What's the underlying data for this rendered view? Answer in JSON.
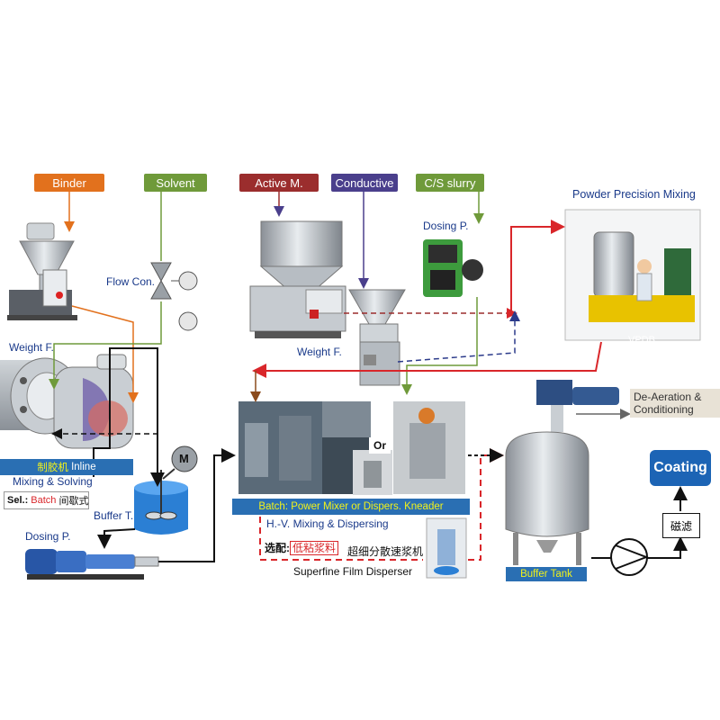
{
  "labels": {
    "binder": "Binder",
    "solvent": "Solvent",
    "active": "Active M.",
    "conductive": "Conductive",
    "cs_slurry": "C/S slurry",
    "powder_mixing": "Powder Precision Mixing",
    "flow_con": "Flow Con.",
    "weight_f1": "Weight F.",
    "weight_f2": "Weight F.",
    "dosing_p_top": "Dosing P.",
    "dosing_p_bottom": "Dosing P.",
    "vpdb": "VPDB",
    "deaeration": "De-Aeration & Conditioning",
    "inline_bar": "制胶机 Inline",
    "inline_bar_cn": "制胶机",
    "inline_bar_en": "Inline",
    "mixing_solving": "Mixing & Solving",
    "sel_prefix": "Sel.:",
    "sel_value": "Batch",
    "sel_cn": "间歇式",
    "motor": "M",
    "buffer_t": "Buffer T.",
    "or": "Or",
    "batch_bar": "Batch: Power Mixer or Dispers. Kneader",
    "hv_mixing": "H.-V. Mixing & Dispersing",
    "optional_prefix": "选配:",
    "optional_value": "低粘浆料",
    "superfine_cn": "超细分散速浆机",
    "superfine_en": "Superfine Film Disperser",
    "buffer_tank": "Buffer Tank",
    "coating": "Coating",
    "magnetic_filter": "磁滤"
  },
  "colors": {
    "binder": "#e2711d",
    "solvent": "#6f9a3a",
    "active": "#9b2d2d",
    "conductive": "#4a3f8c",
    "cs_slurry": "#6f9a3a",
    "blue_bar": "#2a6fb3",
    "red_flow": "#d9262a",
    "coating": "#1c64b5"
  }
}
